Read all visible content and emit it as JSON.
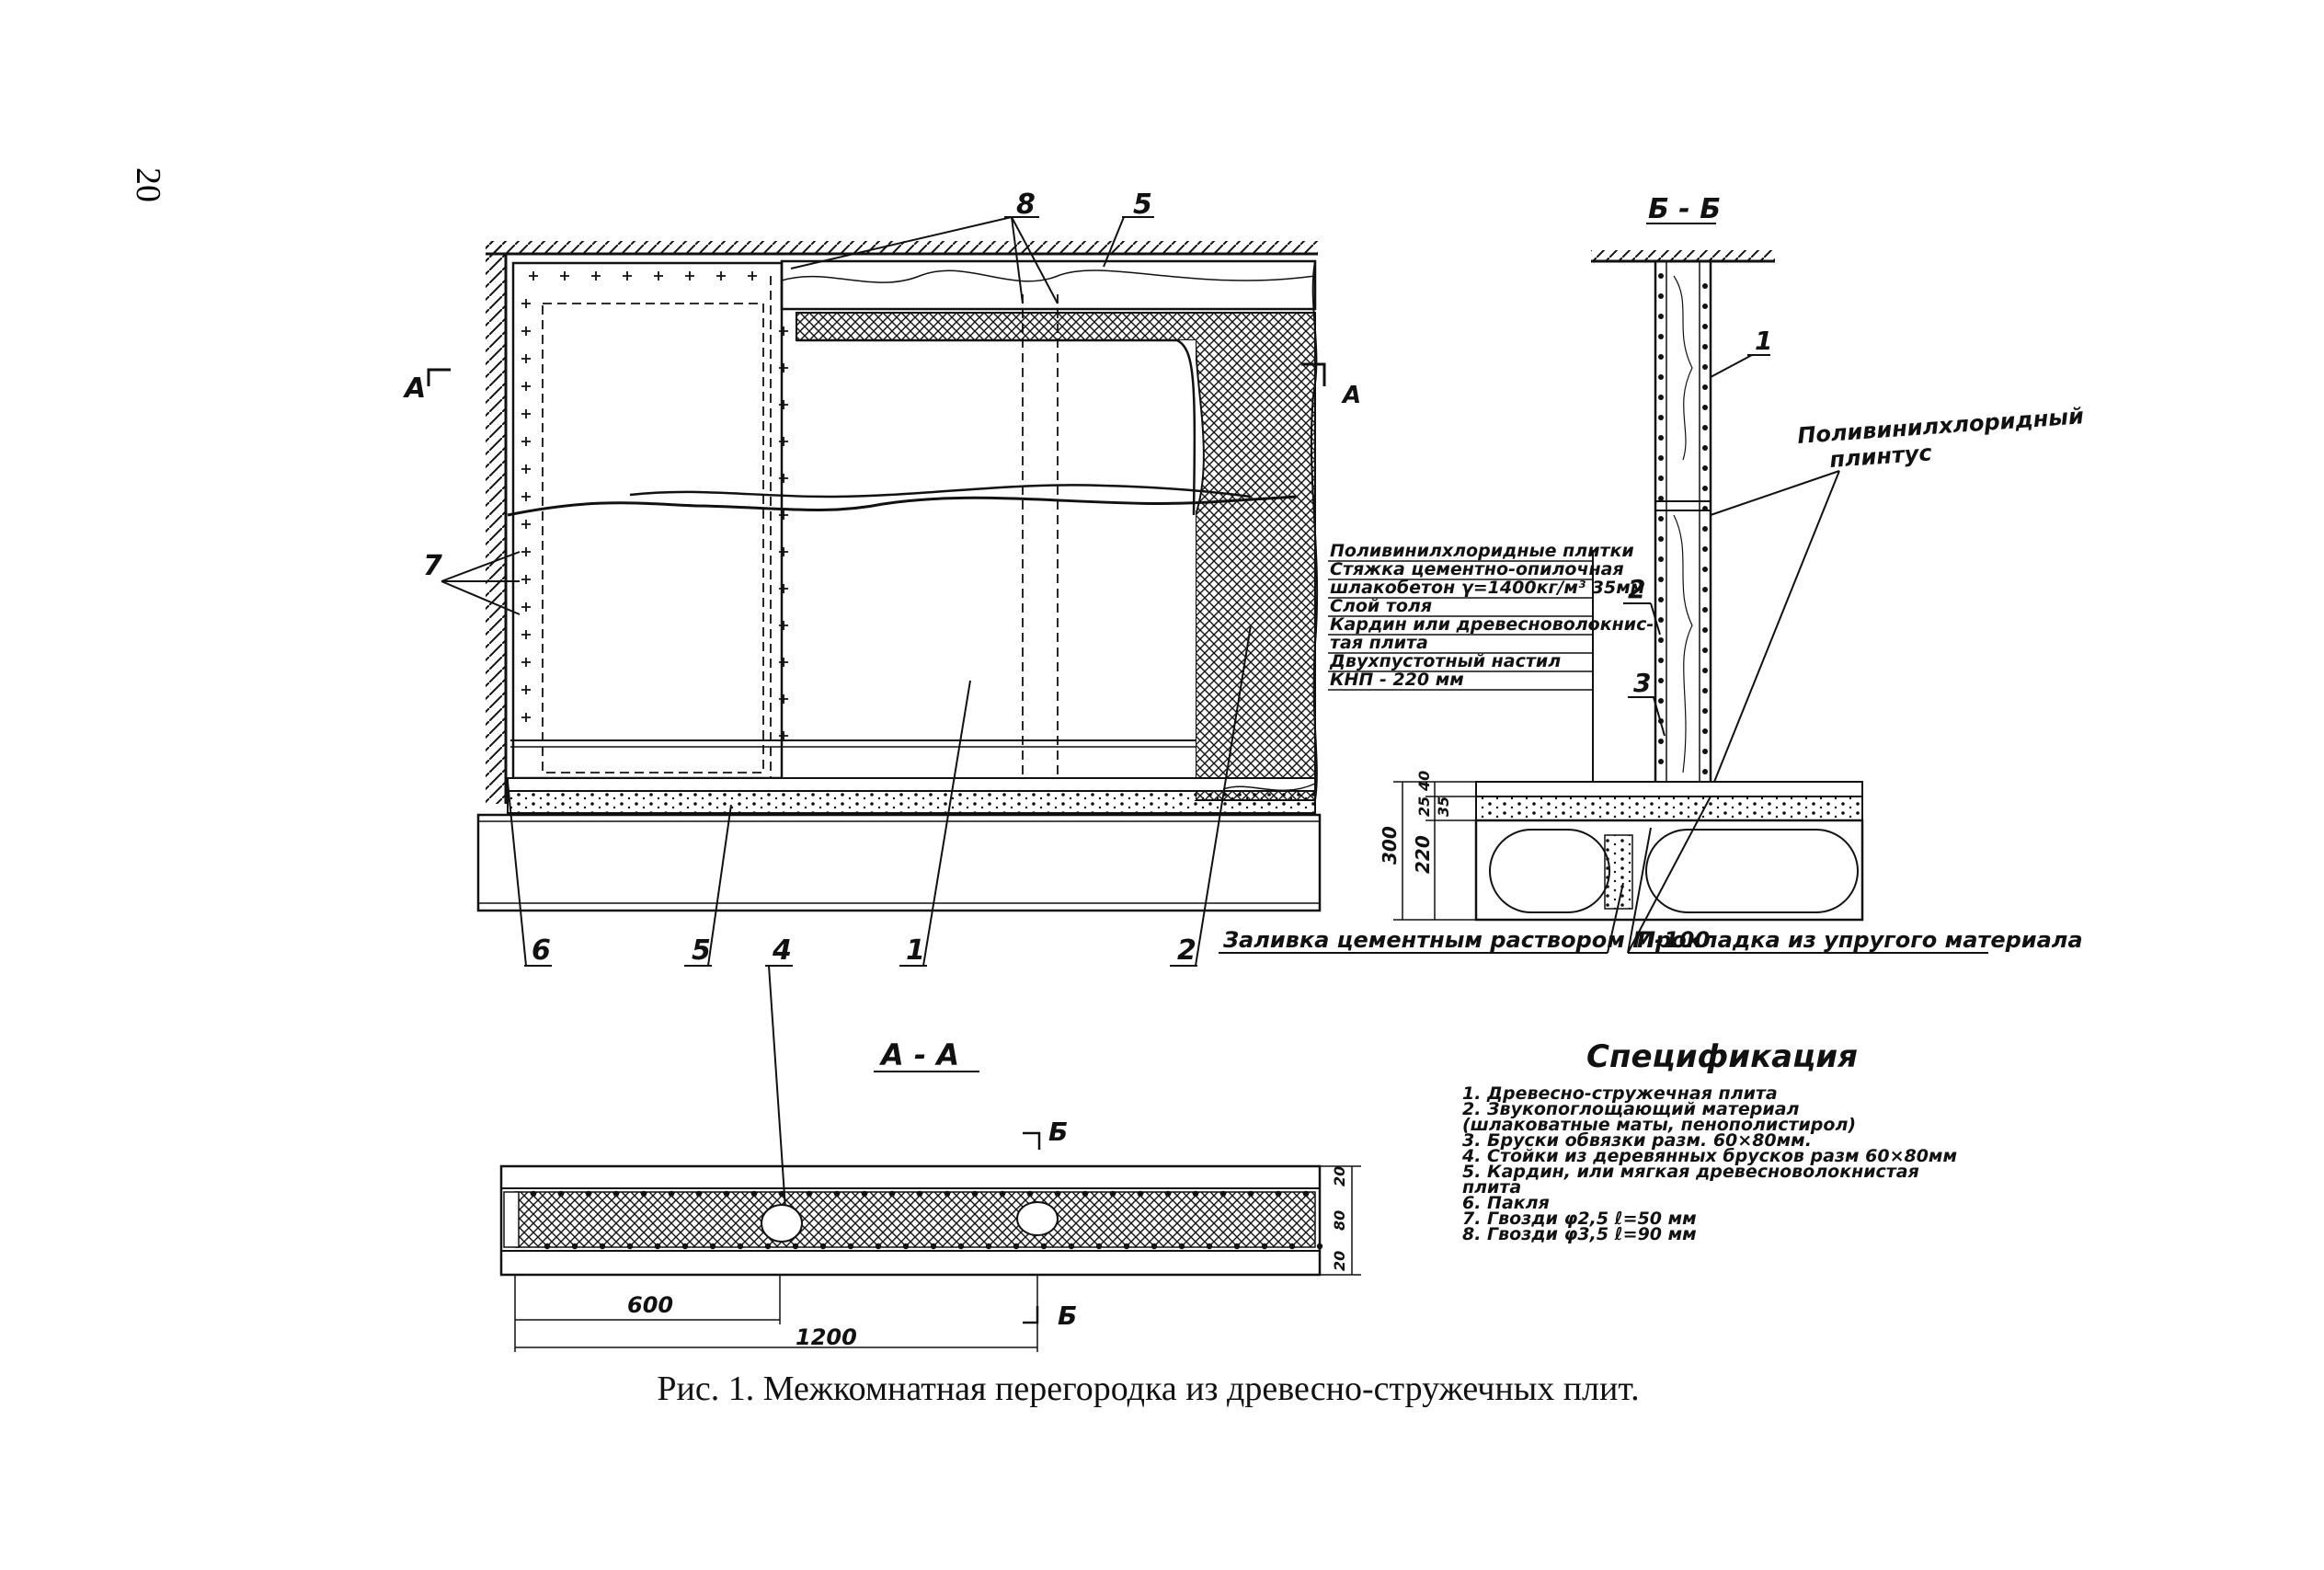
{
  "page_number": "20",
  "caption": "Рис. 1. Межкомнатная перегородка из древесно-стружечных плит.",
  "elevation_labels": {
    "cut_a_left": "А",
    "cut_a_right": "А",
    "callouts_bottom": [
      "6",
      "5",
      "4",
      "1",
      "2"
    ],
    "callout_top_8": "8",
    "callout_top_5": "5",
    "callout_7": "7"
  },
  "floor_layers": [
    "Поливинилхлоридные плитки",
    "Стяжка цементно-опилочная",
    "шлакобетон γ=1400кг/м³ 35мм",
    "Слой толя",
    "Кардин или древесноволокнис-",
    "тая плита",
    "Двухпустотный настил",
    "КНП - 220 мм"
  ],
  "section_bb": {
    "title": "Б - Б",
    "callout_1": "1",
    "callout_2": "2",
    "callout_3": "3",
    "plinth_label_1": "Поливинилхлоридный",
    "plinth_label_2": "плинтус",
    "dims": [
      "300",
      "220",
      "25",
      "35",
      "40"
    ],
    "label_grout": "Заливка цементным раствором М-100",
    "label_pad": "Прокладка из упругого материала"
  },
  "section_aa": {
    "title": "А - А",
    "cut_b_top": "Б",
    "cut_b_bottom": "Б",
    "dim_600": "600",
    "dim_1200": "1200",
    "dims_right": [
      "20",
      "80",
      "20"
    ]
  },
  "specification": {
    "title": "Спецификация",
    "items": [
      "1.  Древесно-стружечная плита",
      "2.  Звукопоглощающий материал",
      "     (шлаковатные маты, пенополистирол)",
      "3.  Бруски обвязки разм. 60×80мм.",
      "4.  Стойки из деревянных брусков разм 60×80мм",
      "5.  Кардин, или мягкая древесноволокнистая",
      "     плита",
      "6.  Пакля",
      "7.  Гвозди φ2,5  ℓ=50 мм",
      "8.  Гвозди φ3,5  ℓ=90 мм"
    ]
  }
}
